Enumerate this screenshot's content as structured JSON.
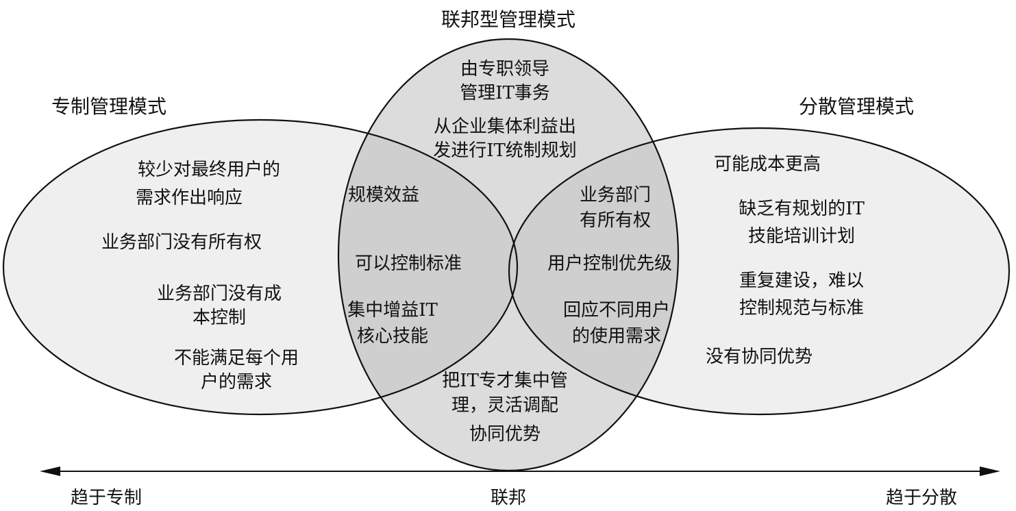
{
  "titles": {
    "federal": "联邦型管理模式",
    "autocratic": "专制管理模式",
    "decentralized": "分散管理模式"
  },
  "regions": {
    "left_only": [
      [
        "较少对最终用户的",
        "需求作出响应"
      ],
      [
        "业务部门没有所有权"
      ],
      [
        "业务部门没有成",
        "本控制"
      ],
      [
        "不能满足每个用",
        "户的需求"
      ]
    ],
    "top_only": [
      [
        "由专职领导",
        "管理IT事务"
      ],
      [
        "从企业集体利益出",
        "发进行IT统制规划"
      ]
    ],
    "left_center": [
      [
        "规模效益"
      ],
      [
        "可以控制标准"
      ],
      [
        "集中增益IT",
        "核心技能"
      ]
    ],
    "right_center": [
      [
        "业务部门",
        "有所有权"
      ],
      [
        "用户控制优先级"
      ],
      [
        "回应不同用户",
        "的使用需求"
      ]
    ],
    "right_only": [
      [
        "可能成本更高"
      ],
      [
        "缺乏有规划的IT",
        "技能培训计划"
      ],
      [
        "重复建设，难以",
        "控制规范与标准"
      ],
      [
        "没有协同优势"
      ]
    ],
    "bottom_center": [
      [
        "把IT专才集中管",
        "理，灵活调配"
      ],
      [
        "协同优势"
      ]
    ]
  },
  "axis": {
    "left": "趋于专制",
    "center": "联邦",
    "right": "趋于分散"
  },
  "colors": {
    "outer_fill": "#efefef",
    "overlap_fill": "#cfcfcf",
    "stroke": "#111111"
  }
}
